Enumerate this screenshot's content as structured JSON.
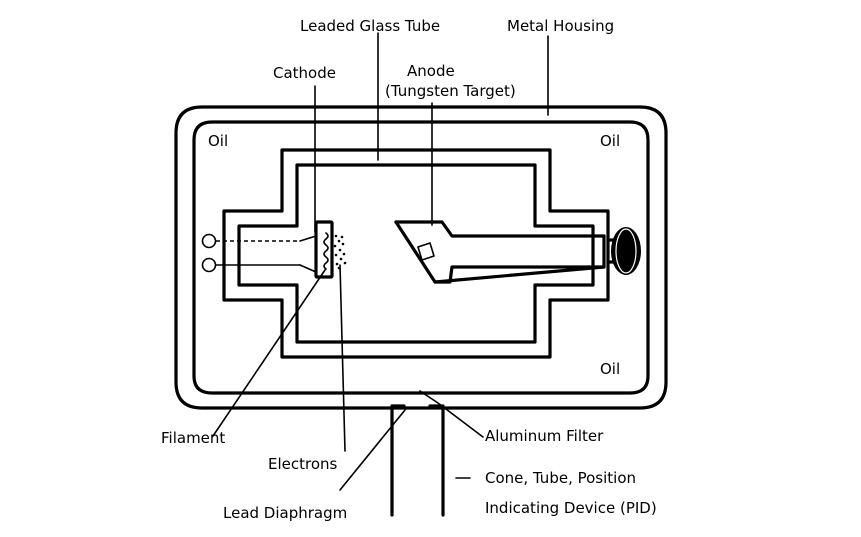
{
  "labels": {
    "leaded_glass_tube": "Leaded Glass Tube",
    "metal_housing": "Metal Housing",
    "cathode": "Cathode",
    "anode_line1": "Anode",
    "anode_line2": "(Tungsten Target)",
    "oil_top_left": "Oil",
    "oil_top_right": "Oil",
    "oil_bottom_right": "Oil",
    "filament": "Filament",
    "electrons": "Electrons",
    "lead_diaphragm": "Lead Diaphragm",
    "aluminum_filter": "Aluminum Filter",
    "pid_line1": "Cone, Tube, Position",
    "pid_line2": "Indicating Device (PID)"
  }
}
